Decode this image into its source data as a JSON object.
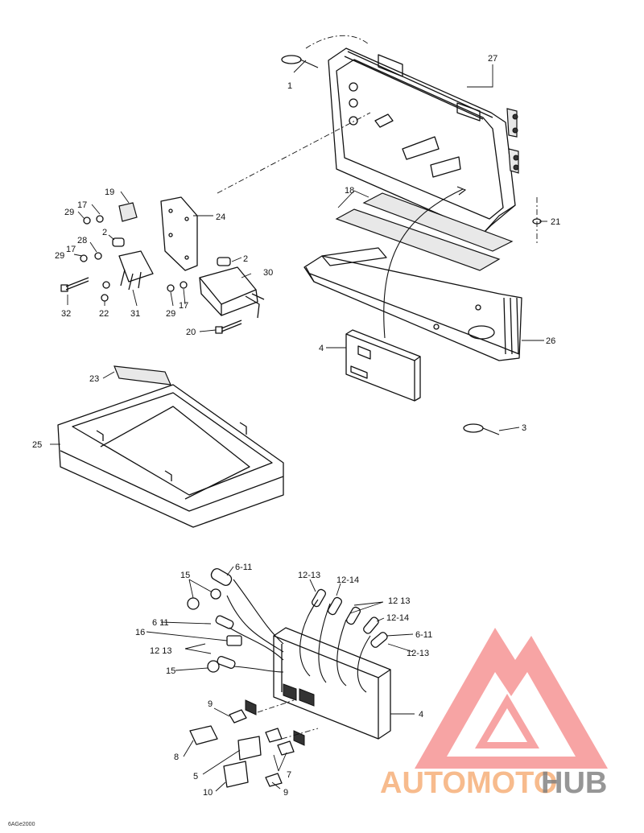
{
  "callouts": {
    "c1": "1",
    "c27": "27",
    "c18": "18",
    "c21": "21",
    "c19": "19",
    "c24": "24",
    "c17a": "17",
    "c29a": "29",
    "c2a": "2",
    "c28": "28",
    "c17b": "17",
    "c29b": "29",
    "c2b": "2",
    "c30": "30",
    "c32": "32",
    "c22": "22",
    "c31": "31",
    "c29c": "29",
    "c17c": "17",
    "c20": "20",
    "c26": "26",
    "c4a": "4",
    "c3": "3",
    "c23": "23",
    "c25": "25",
    "c15a": "15",
    "c6_11a": "6-11",
    "c12_13a": "12-13",
    "c12_14a": "12-14",
    "c12_13b": "12 13",
    "c6_11b": "6 11",
    "c16": "16",
    "c12_14b": "12-14",
    "c12_13c": "12 13",
    "c6_11c": "6-11",
    "c12_13d": "12-13",
    "c15b": "15",
    "c4b": "4",
    "c9a": "9",
    "c8": "8",
    "c5": "5",
    "c7": "7",
    "c10": "10",
    "c9b": "9"
  },
  "drawing_code": "6AGe2000",
  "watermark": {
    "part1": "AUTOMOTO",
    "part2": "HUB",
    "color_light": "#f4a261",
    "color_dark": "#8a8a8a",
    "logo_color": "#ee3b3b"
  }
}
